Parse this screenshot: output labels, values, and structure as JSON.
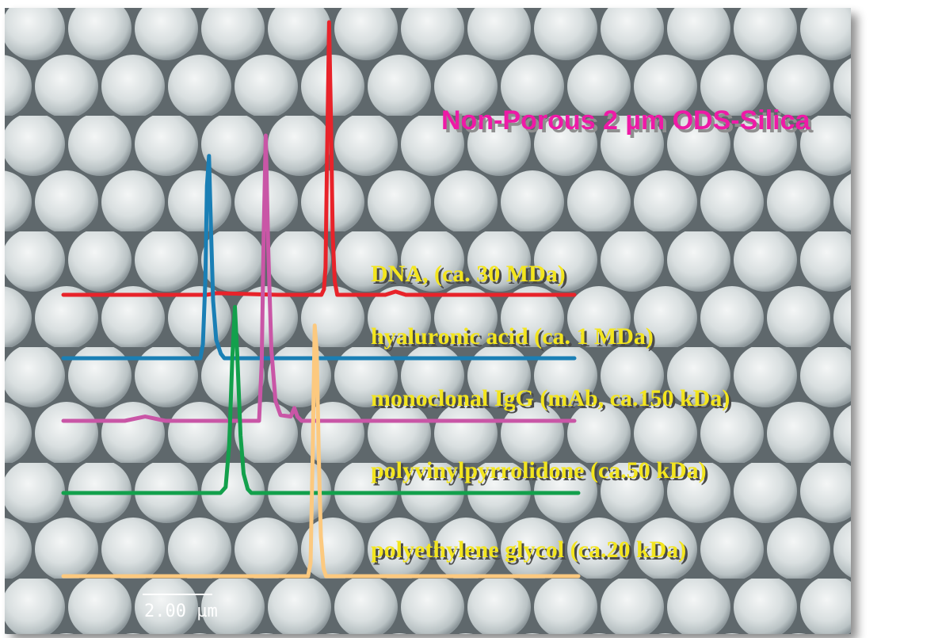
{
  "chart_data": {
    "type": "line",
    "title": "Non-Porous 2 µm ODS-Silica",
    "xlabel": "",
    "ylabel": "",
    "grid": false,
    "legend_placement": "right, inline labels next to traces",
    "scale_bar": "2.00 µm",
    "colors": {
      "title": "#ee1aa6",
      "labels": "#f3e51e",
      "background": "#c7cfd0"
    },
    "series": [
      {
        "name": "DNA, (ca. 30 MDa)",
        "color": "#e8232a",
        "x": [
          0.0,
          0.15,
          0.28,
          0.3,
          0.42,
          0.47,
          0.505,
          0.51,
          0.513,
          0.516,
          0.52,
          0.524,
          0.527,
          0.531,
          0.536,
          0.55,
          0.63,
          0.65,
          0.67,
          0.8,
          1.0
        ],
        "y": [
          0.0,
          0.0,
          0.0,
          0.006,
          0.0,
          0.0,
          0.0,
          0.02,
          0.1,
          0.5,
          1.0,
          0.6,
          0.22,
          0.05,
          0.0,
          0.0,
          0.0,
          0.012,
          0.0,
          0.0,
          0.0
        ]
      },
      {
        "name": "hyaluronic acid (ca. 1 MDa)",
        "color": "#1a7fb5",
        "x": [
          0.0,
          0.15,
          0.25,
          0.268,
          0.273,
          0.278,
          0.281,
          0.285,
          0.289,
          0.293,
          0.299,
          0.308,
          0.315,
          0.4,
          0.6,
          0.8,
          1.0
        ],
        "y": [
          0.0,
          0.0,
          0.0,
          0.0,
          0.06,
          0.35,
          0.75,
          0.88,
          0.55,
          0.25,
          0.08,
          0.02,
          0.0,
          0.0,
          0.0,
          0.0,
          0.0
        ]
      },
      {
        "name": "monoclonal IgG (mAb,  ca.150 kDa)",
        "color": "#c956a6",
        "x": [
          0.0,
          0.12,
          0.16,
          0.2,
          0.3,
          0.36,
          0.383,
          0.388,
          0.392,
          0.396,
          0.401,
          0.407,
          0.415,
          0.425,
          0.445,
          0.452,
          0.458,
          0.466,
          0.5,
          0.8,
          1.0
        ],
        "y": [
          0.0,
          0.0,
          0.015,
          0.0,
          0.0,
          0.0,
          0.0,
          0.2,
          0.65,
          1.0,
          0.6,
          0.25,
          0.07,
          0.02,
          0.015,
          0.045,
          0.015,
          0.0,
          0.0,
          0.0,
          0.0
        ]
      },
      {
        "name": "polyvinylpyrrolidone (ca.50 kDa)",
        "color": "#13a04c",
        "x": [
          0.0,
          0.15,
          0.28,
          0.305,
          0.315,
          0.322,
          0.328,
          0.333,
          0.338,
          0.344,
          0.35,
          0.358,
          0.365,
          0.5,
          0.8,
          1.0
        ],
        "y": [
          0.0,
          0.0,
          0.0,
          0.0,
          0.03,
          0.25,
          0.7,
          0.97,
          0.7,
          0.3,
          0.1,
          0.02,
          0.0,
          0.0,
          0.0,
          0.0
        ]
      },
      {
        "name": "polyethylene glycol (ca.20 kDa)",
        "color": "#fcc97f",
        "x": [
          0.0,
          0.2,
          0.4,
          0.475,
          0.48,
          0.484,
          0.488,
          0.492,
          0.496,
          0.5,
          0.505,
          0.51,
          0.6,
          0.8,
          1.0
        ],
        "y": [
          0.0,
          0.0,
          0.0,
          0.0,
          0.05,
          0.45,
          0.95,
          0.85,
          0.45,
          0.15,
          0.03,
          0.0,
          0.0,
          0.0,
          0.0
        ]
      }
    ]
  }
}
